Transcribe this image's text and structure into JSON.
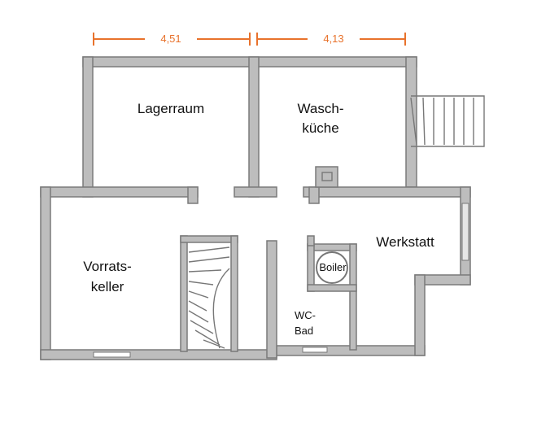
{
  "dimensions": {
    "left": "4,51",
    "right": "4,13"
  },
  "dimension_color": "#e8722c",
  "wall_color": "#bdbdbd",
  "rooms": {
    "lagerraum": "Lagerraum",
    "waschkueche_1": "Wasch-",
    "waschkueche_2": "küche",
    "vorratskeller_1": "Vorrats-",
    "vorratskeller_2": "keller",
    "werkstatt": "Werkstatt",
    "boiler": "Boiler",
    "wc_1": "WC-",
    "wc_2": "Bad"
  }
}
